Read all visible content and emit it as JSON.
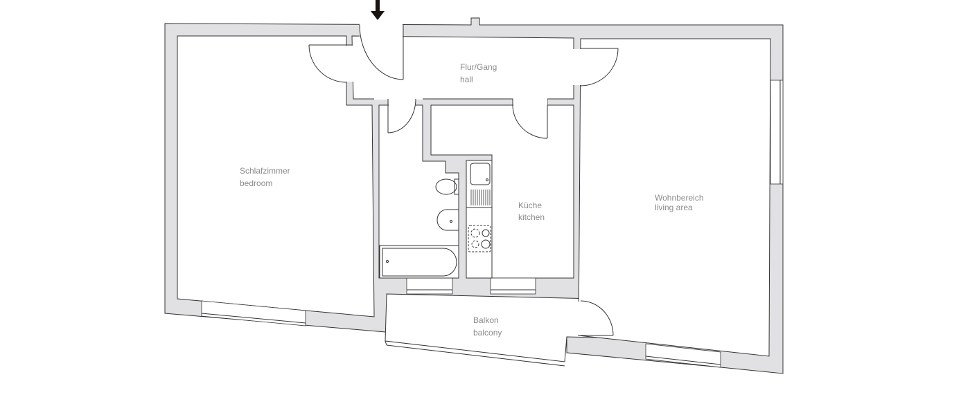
{
  "rooms": {
    "hall": {
      "name_de": "Flur/Gang",
      "name_en": "hall"
    },
    "bedroom": {
      "name_de": "Schlafzimmer",
      "name_en": "bedroom"
    },
    "kitchen": {
      "name_de": "Küche",
      "name_en": "kitchen"
    },
    "living": {
      "name_de": "Wohnbereich",
      "name_en": "living area"
    },
    "balcony": {
      "name_de": "Balkon",
      "name_en": "balcony"
    }
  },
  "icons": [
    "entrance-arrow-icon",
    "door-swing-icon",
    "window-icon",
    "toilet-icon",
    "washbasin-icon",
    "bathtub-icon",
    "sink-icon",
    "stove-icon"
  ],
  "colors": {
    "wall": "#e1e1e3",
    "line": "#333333",
    "label": "#8a8a8a",
    "arrow": "#1a1410"
  }
}
